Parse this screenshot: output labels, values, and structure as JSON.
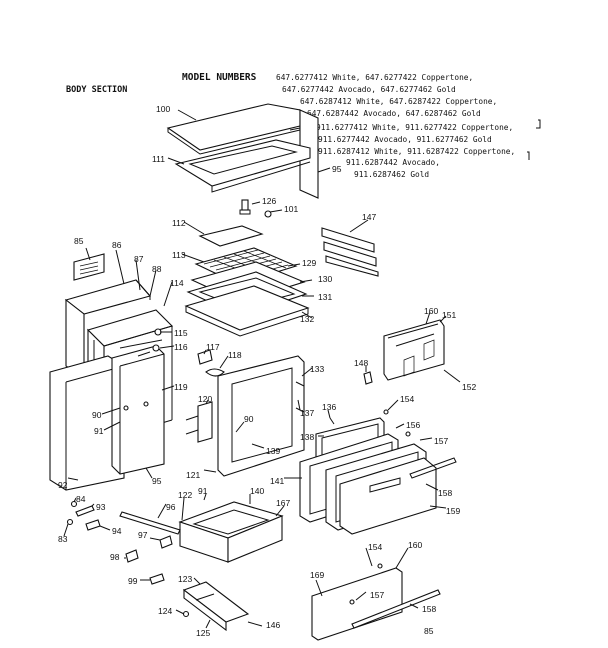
{
  "header": {
    "title": "MODEL NUMBERS",
    "section": "BODY SECTION",
    "models": [
      "647.6277412 White, 647.6277422 Coppertone,",
      "647.6277442 Avocado, 647.6277462 Gold",
      "647.6287412 White, 647.6287422 Coppertone,",
      "647.6287442 Avocado, 647.6287462 Gold",
      "911.6277412 White, 911.6277422 Coppertone,",
      "911.6277442 Avocado, 911.6277462 Gold",
      "911.6287412 White, 911.6287422 Coppertone,",
      "911.6287442 Avocado,",
      "911.6287462 Gold"
    ]
  },
  "callouts": [
    "100",
    "111",
    "95",
    "126",
    "101",
    "147",
    "112",
    "113",
    "129",
    "130",
    "131",
    "132",
    "85",
    "86",
    "87",
    "88",
    "114",
    "115",
    "116",
    "117",
    "118",
    "119",
    "90",
    "91",
    "92",
    "95",
    "133",
    "137",
    "120",
    "90",
    "139",
    "121",
    "136",
    "138",
    "154",
    "156",
    "157",
    "141",
    "158",
    "159",
    "148",
    "160",
    "151",
    "152",
    "84",
    "93",
    "83",
    "94",
    "98",
    "97",
    "96",
    "122",
    "91",
    "140",
    "167",
    "99",
    "123",
    "124",
    "125",
    "146",
    "169",
    "154",
    "160",
    "157",
    "158"
  ],
  "page_code": "85"
}
